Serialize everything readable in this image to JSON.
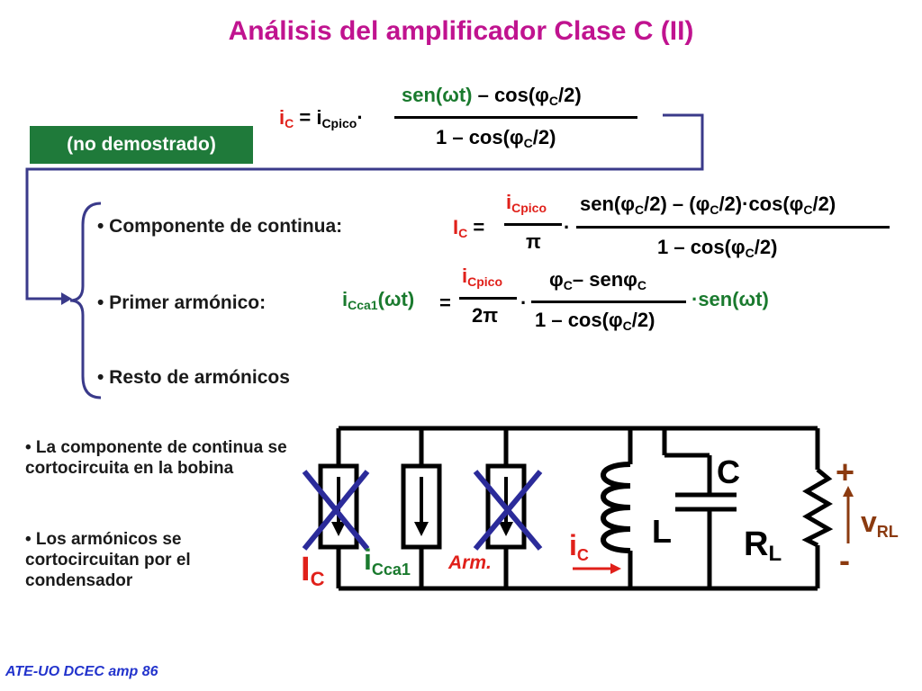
{
  "title": "Análisis del amplificador Clase C (II)",
  "formula_ic": {
    "lhs_i": "i",
    "lhs_sub": "C",
    "eq_i": " = i",
    "eq_sub": "Cpico",
    "dot": "·",
    "num_a": "sen(ωt)",
    "num_b": " – cos(φ",
    "num_sub": "C",
    "num_c": "/2)",
    "den_a": "1 – cos(φ",
    "den_sub": "C",
    "den_b": "/2)"
  },
  "note": "(no demostrado)",
  "bullets": [
    "• Componente de continua:",
    "• Primer armónico:",
    "• Resto de armónicos"
  ],
  "dc": {
    "lhs": "I",
    "lhs_sub": "C",
    "eq": " =",
    "frac_num": "i",
    "frac_num_sub": "Cpico",
    "frac_den": "π",
    "dot": "·",
    "num_a": "sen(φ",
    "num_sub1": "C",
    "num_b": "/2) – (φ",
    "num_sub2": "C",
    "num_c": "/2)·cos(φ",
    "num_sub3": "C",
    "num_d": "/2)",
    "den_a": "1 – cos(φ",
    "den_sub": "C",
    "den_b": "/2)"
  },
  "h1": {
    "lhs": "i",
    "lhs_sub": "Cca1",
    "lhs_b": "(ωt)",
    "eq": "=",
    "frac_num": "i",
    "frac_num_sub": "Cpico",
    "frac_den": "2π",
    "dot": "·",
    "num_a": "φ",
    "num_sub1": "C",
    "num_b": "– senφ",
    "num_sub2": "C",
    "den_a": "1 – cos(φ",
    "den_sub": "C",
    "den_b": "/2)",
    "tail": "·sen(ωt)"
  },
  "notes_small": [
    "• La componente de continua se cortocircuita en la bobina",
    "• Los armónicos se cortocircuitan por el condensador"
  ],
  "circuit": {
    "label_IC": "I",
    "label_IC_sub": "C",
    "label_iCca1": "i",
    "label_iCca1_sub": "Cca1",
    "label_arm": "Arm.",
    "label_ic": "i",
    "label_ic_sub": "C",
    "label_C": "C",
    "label_L": "L",
    "label_R": "R",
    "label_R_sub": "L",
    "label_plus": "+",
    "label_minus": "-",
    "label_v": "v",
    "label_v_sub": "RL"
  },
  "footer": "ATE-UO DCEC amp 86",
  "colors": {
    "title": "#c0138f",
    "green": "#1a7a2e",
    "red": "#e0201a",
    "brown": "#8b3a0f",
    "bracket": "#3a3a8a",
    "note_bg": "#1f7a3a"
  }
}
